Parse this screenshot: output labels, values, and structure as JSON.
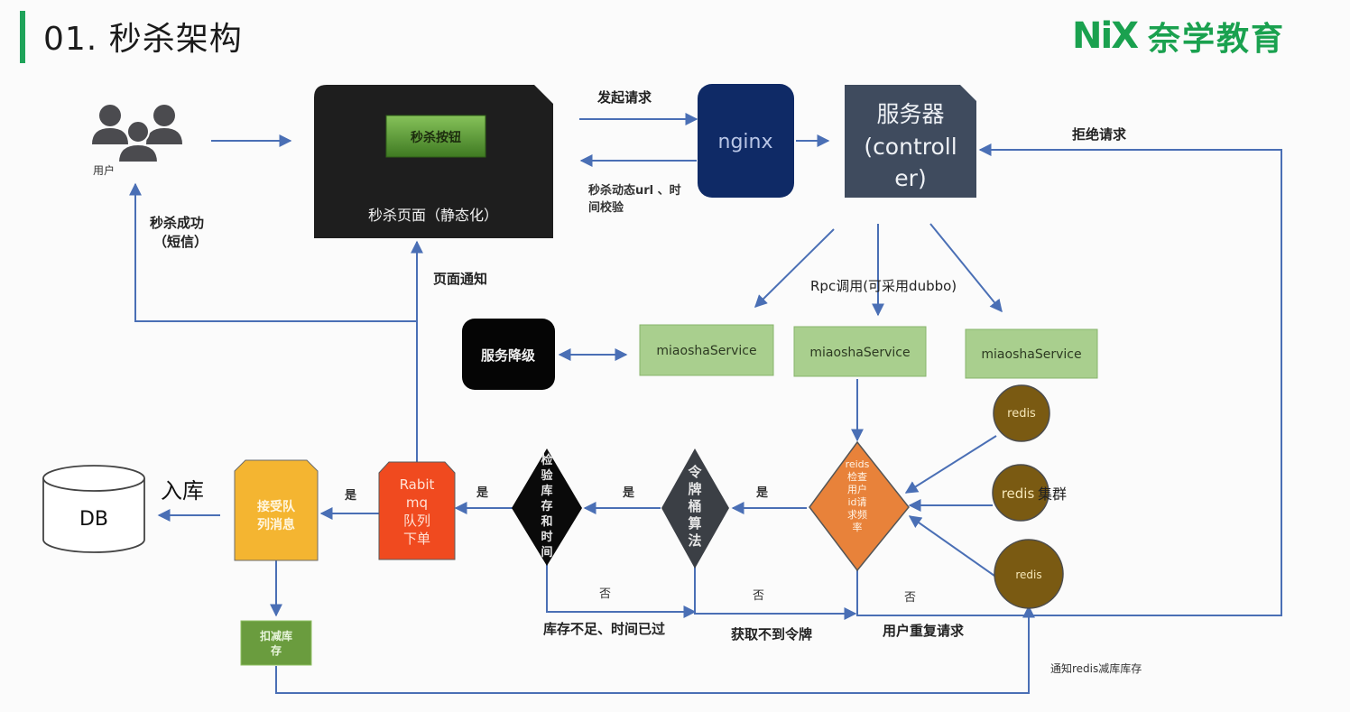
{
  "slide": {
    "title": "01. 秒杀架构",
    "logo_mark": "NiX",
    "logo_text": "奈学教育"
  },
  "colors": {
    "accent_green": "#1fa35a",
    "edge_blue": "#4a6fb5",
    "page_dark": "#1e1e1e",
    "button_green": "#5e9a35",
    "nginx_navy": "#0f2a66",
    "server_slate": "#3f4b5e",
    "service_green": "#a9cf8e",
    "degrade_black": "#050505",
    "redis_brown": "#7a5a12",
    "check_orange": "#e8823a",
    "token_gray": "#3b3f45",
    "stock_black": "#0a0a0a",
    "mq_red": "#f04a1f",
    "consumer_yellow": "#f4b531",
    "deduct_green": "#6a9c3e"
  },
  "nodes": {
    "users": {
      "label": "用户",
      "icon": "users-icon"
    },
    "seckill_page": {
      "label": "秒杀页面（静态化）",
      "button_label": "秒杀按钮"
    },
    "nginx": {
      "label": "nginx"
    },
    "server": {
      "line1": "服务器",
      "line2": "(controll",
      "line3": "er)"
    },
    "services": [
      {
        "label": "miaoshaService"
      },
      {
        "label": "miaoshaService"
      },
      {
        "label": "miaoshaService"
      }
    ],
    "degrade": {
      "label": "服务降级"
    },
    "redis_nodes": [
      {
        "label": "redis"
      },
      {
        "label": "redis"
      },
      {
        "label": "redis"
      }
    ],
    "redis_cluster_label": "集群",
    "check_freq": {
      "lines": [
        "reids",
        "检查",
        "用户",
        "id请",
        "求频",
        "率"
      ]
    },
    "token_bucket": {
      "lines": [
        "令",
        "牌",
        "桶",
        "算",
        "法"
      ]
    },
    "check_stock": {
      "lines": [
        "检",
        "验",
        "库",
        "存",
        "和",
        "时",
        "间"
      ]
    },
    "rabbitmq": {
      "lines": [
        "Rabit",
        "mq",
        "队列",
        "下单"
      ]
    },
    "consumer": {
      "lines": [
        "接受队",
        "列消息"
      ]
    },
    "deduct": {
      "lines": [
        "扣减库",
        "存"
      ]
    },
    "db": {
      "label": "DB"
    }
  },
  "edges": {
    "request": "发起请求",
    "dynamic_url_1": "秒杀动态url 、时",
    "dynamic_url_2": "间校验",
    "reject": "拒绝请求",
    "rpc": "Rpc调用(可采用dubbo)",
    "success_1": "秒杀成功",
    "success_2": "（短信）",
    "page_notify": "页面通知",
    "yes_1": "是",
    "yes_2": "是",
    "yes_3": "是",
    "no_1": "否",
    "no_2": "否",
    "no_3": "否",
    "stock_fail": "库存不足、时间已过",
    "no_token": "获取不到令牌",
    "repeat": "用户重复请求",
    "to_db": "入库",
    "notify_redis": "通知redis减库库存"
  }
}
